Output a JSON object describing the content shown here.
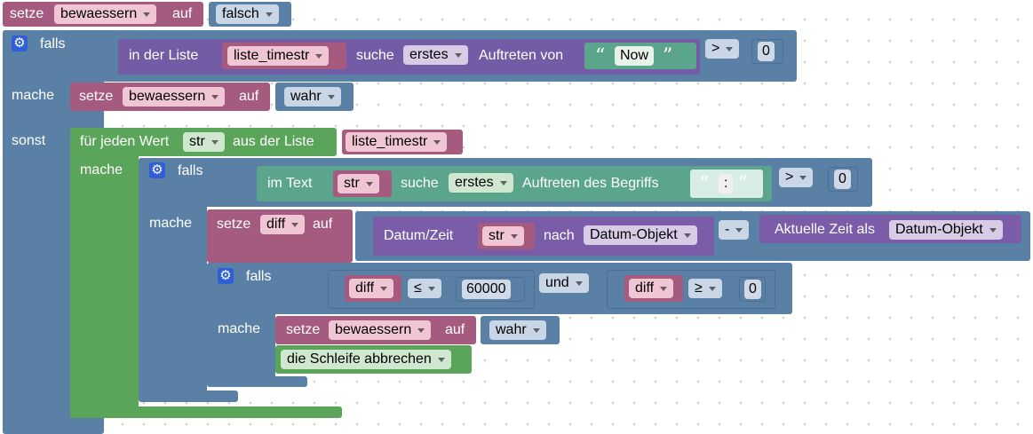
{
  "workspace": {
    "set1": {
      "setze": "setze",
      "var": "bewaessern",
      "auf": "auf",
      "value": "falsch"
    },
    "if1": {
      "falls": "falls",
      "in_list": "in der Liste",
      "list_var": "liste_timestr",
      "suche": "suche",
      "mode": "erstes",
      "auftreten": "Auftreten von",
      "search_text": "Now",
      "op": ">",
      "compare_value": "0",
      "mache": "mache",
      "sonst": "sonst"
    },
    "set2": {
      "setze": "setze",
      "var": "bewaessern",
      "auf": "auf",
      "value": "wahr"
    },
    "loop": {
      "label": "für jeden Wert",
      "var": "str",
      "from_list": "aus der Liste",
      "list_var": "liste_timestr",
      "mache": "mache"
    },
    "if2": {
      "falls": "falls",
      "im_text": "im Text",
      "text_var": "str",
      "suche": "suche",
      "mode": "erstes",
      "auftreten": "Auftreten des Begriffs",
      "search_text": ":",
      "op": ">",
      "compare_value": "0",
      "mache": "mache"
    },
    "set3": {
      "setze": "setze",
      "var": "diff",
      "auf": "auf",
      "datum_label": "Datum/Zeit",
      "datum_var": "str",
      "nach": "nach",
      "target_type": "Datum-Objekt",
      "op": "-",
      "now_label": "Aktuelle Zeit als",
      "now_type": "Datum-Objekt"
    },
    "if3": {
      "falls": "falls",
      "cmp1_var": "diff",
      "cmp1_op": "≤",
      "cmp1_value": "60000",
      "logic_op": "und",
      "cmp2_var": "diff",
      "cmp2_op": "≥",
      "cmp2_value": "0",
      "mache": "mache"
    },
    "set4": {
      "setze": "setze",
      "var": "bewaessern",
      "auf": "auf",
      "value": "wahr"
    },
    "break": {
      "label": "die Schleife abbrechen"
    }
  },
  "colors": {
    "variables": "#a55b80",
    "logic": "#5b80a5",
    "text": "#5ba58c",
    "lists": "#745ba5",
    "loops": "#5ba55b"
  }
}
